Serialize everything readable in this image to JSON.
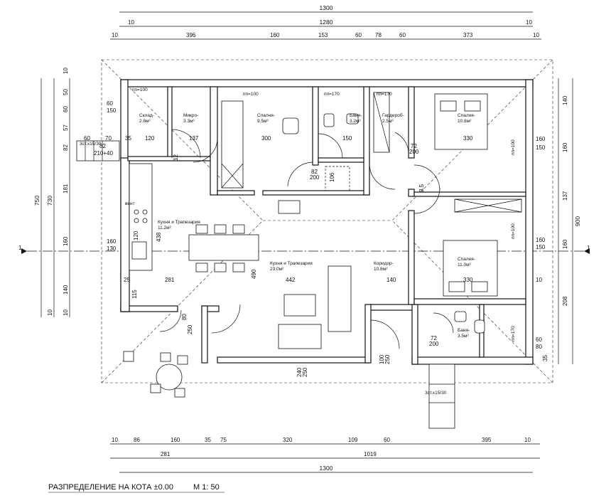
{
  "title": "РАЗПРЕДЕЛЕНИЕ НА КОТА ±0.00",
  "scale": "М 1: 50",
  "dims_top_total": "1300",
  "dims_top_inner": "1280",
  "dims_top_ends": [
    "10",
    "10"
  ],
  "dims_top_chain": [
    "10",
    "396",
    "160",
    "153",
    "60",
    "78",
    "60",
    "373",
    "10"
  ],
  "dims_bottom_chain": [
    "10",
    "86",
    "160",
    "35",
    "75",
    "320",
    "109",
    "60",
    "395",
    "10"
  ],
  "dims_bottom_mid": [
    "281",
    "1019"
  ],
  "dims_bottom_total": "1300",
  "dims_left_outer": "750",
  "dims_left_inner": "730",
  "dims_left_chain": [
    "10",
    "50",
    "60",
    "57",
    "82",
    "181",
    "160",
    "140",
    "10",
    "10"
  ],
  "dims_right_outer": "900",
  "dims_right_chain": [
    "140",
    "160",
    "137",
    "160",
    "208"
  ],
  "dims_right_detail": [
    "160",
    "150",
    "160",
    "150",
    "60",
    "80",
    "35",
    "10"
  ],
  "rooms": [
    {
      "name": "Склад-",
      "area": "2.8м²"
    },
    {
      "name": "Микро-",
      "area": "3.3м²"
    },
    {
      "name": "Спалня-",
      "area": "9.5м²"
    },
    {
      "name": "Баня-",
      "area": "3.2м²"
    },
    {
      "name": "Гардероб-",
      "area": "2.5м²"
    },
    {
      "name": "Спалня-",
      "area": "10.8м²"
    },
    {
      "name": "Кухня и Трапезария",
      "area": "11.2м²"
    },
    {
      "name": "Кухня и Трапезария",
      "area": "23.0м²"
    },
    {
      "name": "Коридор-",
      "area": "10.8м²"
    },
    {
      "name": "Спалня-",
      "area": "11.0м²"
    },
    {
      "name": "Баня-",
      "area": "3.5м²"
    }
  ],
  "inner_dims": [
    "60",
    "150",
    "120",
    "137",
    "300",
    "150",
    "330",
    "281",
    "442",
    "140",
    "330",
    "438",
    "490",
    "120",
    "160",
    "130",
    "115",
    "72",
    "200",
    "82",
    "200",
    "106",
    "72",
    "200",
    "240",
    "250",
    "100",
    "250",
    "80",
    "250",
    "25",
    "35",
    "12",
    "3.5"
  ],
  "notes": [
    "пп=100",
    "пп=170",
    "пп=170",
    "пп=100",
    "пп=100",
    "пп=100",
    "пп=170",
    "вент",
    "82",
    "210+40",
    "60",
    "70",
    "3ст.х15/30",
    "3ст.х15/30"
  ]
}
